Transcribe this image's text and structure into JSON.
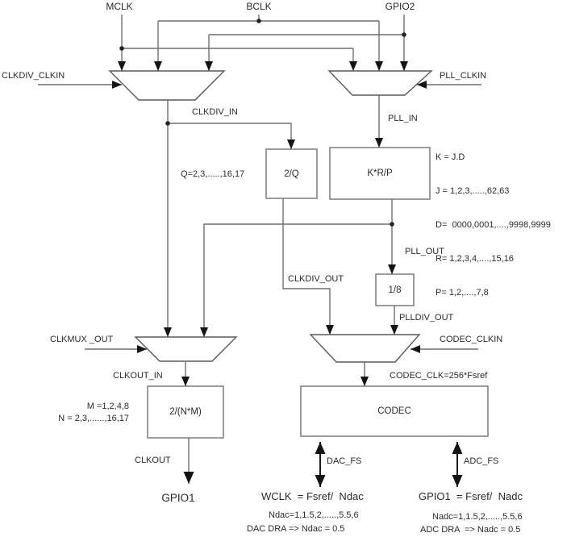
{
  "title": "codec-clock-tree-diagram",
  "colors": {
    "background": "#ffffff",
    "connector_line": "#6e6e6e",
    "mux_stroke": "#58585a",
    "box_stroke": "#7a7a7e",
    "arrowhead": "#141414",
    "text": "#2a2a2a"
  },
  "inputs": {
    "mclk": "MCLK",
    "bclk": "BCLK",
    "gpio2": "GPIO2"
  },
  "clkdiv_mux": {
    "clkin_label": "CLKDIV_CLKIN",
    "out_label": "CLKDIV_IN"
  },
  "pll_mux": {
    "clkin_label": "PLL_CLKIN",
    "out_label": "PLL_IN"
  },
  "divider_q": {
    "box_label": "2/Q",
    "range_label": "Q=2,3,.....,16,17",
    "out_label": "CLKDIV_OUT"
  },
  "pll": {
    "box_label": "K*R/P",
    "out_label": "PLL_OUT",
    "params": [
      "K = J.D",
      "J = 1,2,3,.....,62,63",
      "D=  0000,0001,....,9998,9999",
      "R= 1,2,3,4,....,15,16",
      "P= 1,2,....,7,8"
    ]
  },
  "pll_div": {
    "box_label": "1/8",
    "out_label": "PLLDIV_OUT"
  },
  "clkout_mux": {
    "clkin_label": "CLKMUX _OUT",
    "out_label": "CLKOUT_IN"
  },
  "codec_mux": {
    "clkin_label": "CODEC_CLKIN",
    "out_label": "CODEC_CLK=256*Fsref"
  },
  "divider_nm": {
    "box_label": "2/(N*M)",
    "m_range": "M =1,2,4,8",
    "n_range": "N = 2,3,......,16,17",
    "out_label": "CLKOUT",
    "pin_label": "GPIO1"
  },
  "codec": {
    "box_label": "CODEC",
    "dac_fs_label": "DAC_FS",
    "adc_fs_label": "ADC_FS",
    "wclk_formula": "WCLK  = Fsref/  Ndac",
    "ndac_range": "Ndac=1,1.5,2,.....,5.5,6",
    "dac_dra_rule": "DAC DRA => Ndac = 0.5",
    "gpio1_formula": "GPIO1  = Fsref/  Nadc",
    "nadc_range": "Nadc=1,1.5,2,.....,5.5,6",
    "adc_dra_rule": "ADC DRA  => Nadc = 0.5"
  }
}
